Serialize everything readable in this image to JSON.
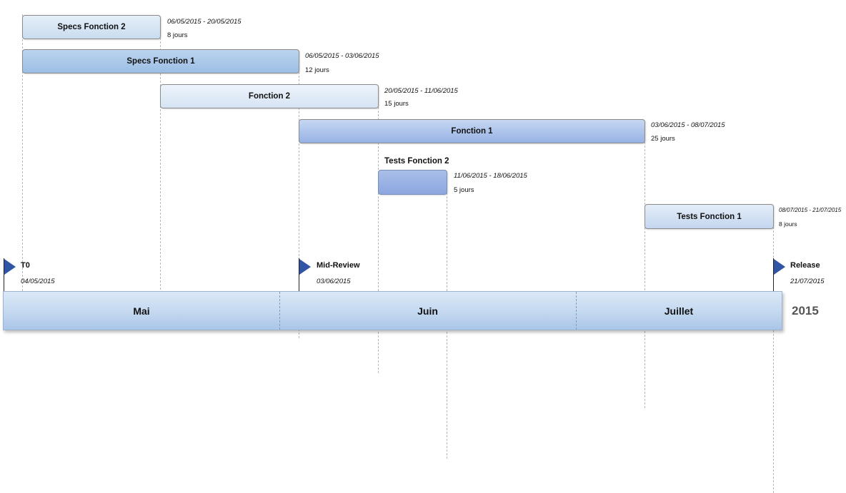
{
  "tasks": {
    "specs_f2": {
      "label": "Specs Fonction 2",
      "dates": "06/05/2015 - 20/05/2015",
      "duration": "8 jours"
    },
    "specs_f1": {
      "label": "Specs Fonction 1",
      "dates": "06/05/2015 - 03/06/2015",
      "duration": "12 jours"
    },
    "f2": {
      "label": "Fonction 2",
      "dates": "20/05/2015 - 11/06/2015",
      "duration": "15 jours"
    },
    "f1": {
      "label": "Fonction 1",
      "dates": "03/06/2015 - 08/07/2015",
      "duration": "25 jours"
    },
    "tests_f2": {
      "label": "Tests Fonction 2",
      "dates": "11/06/2015 - 18/06/2015",
      "duration": "5 jours"
    },
    "tests_f1": {
      "label": "Tests Fonction 1",
      "dates": "08/07/2015 - 21/07/2015",
      "duration": "8 jours"
    }
  },
  "milestones": {
    "t0": {
      "label": "T0",
      "date": "04/05/2015"
    },
    "mid": {
      "label": "Mid-Review",
      "date": "03/06/2015"
    },
    "release": {
      "label": "Release",
      "date": "21/07/2015"
    }
  },
  "timescale": {
    "months": [
      "Mai",
      "Juin",
      "Juillet"
    ],
    "year": "2015"
  },
  "colors": {
    "milestone_flag": "#2f55a4",
    "bar_light": "#c9dcf0",
    "bar_mid": "#9cbee5",
    "bar_fonction1": "#96b2e5",
    "bar_tests2": "#8ca6df"
  }
}
